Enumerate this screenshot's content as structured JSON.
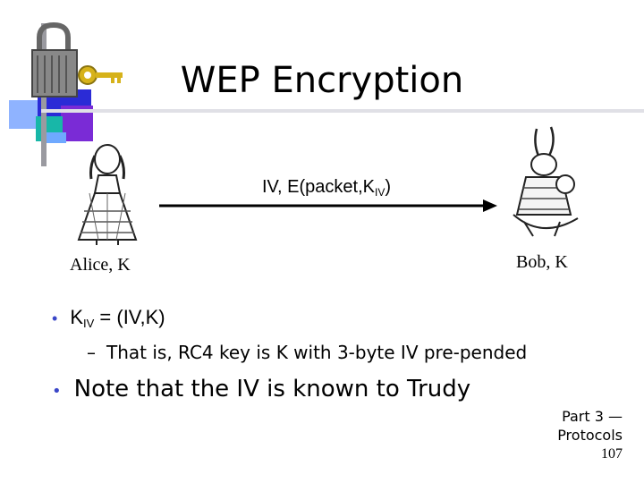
{
  "slide": {
    "title": "WEP Encryption",
    "arrow_label_main": "IV, E(packet,K",
    "arrow_label_sub": "IV",
    "arrow_label_end": ")",
    "alice_caption": "Alice, K",
    "bob_caption": "Bob, K"
  },
  "bullets": {
    "b1_k": "K",
    "b1_sub": "IV",
    "b1_rest": " = (IV,K)",
    "sub1": "That is, RC4 key is K with 3-byte IV pre-pended",
    "b2": "Note that the IV is known to Trudy",
    "bullet_glyph": "•",
    "dash_glyph": "–"
  },
  "footer": {
    "line1": "Part 3 —",
    "line2": "Protocols",
    "page": "107"
  }
}
